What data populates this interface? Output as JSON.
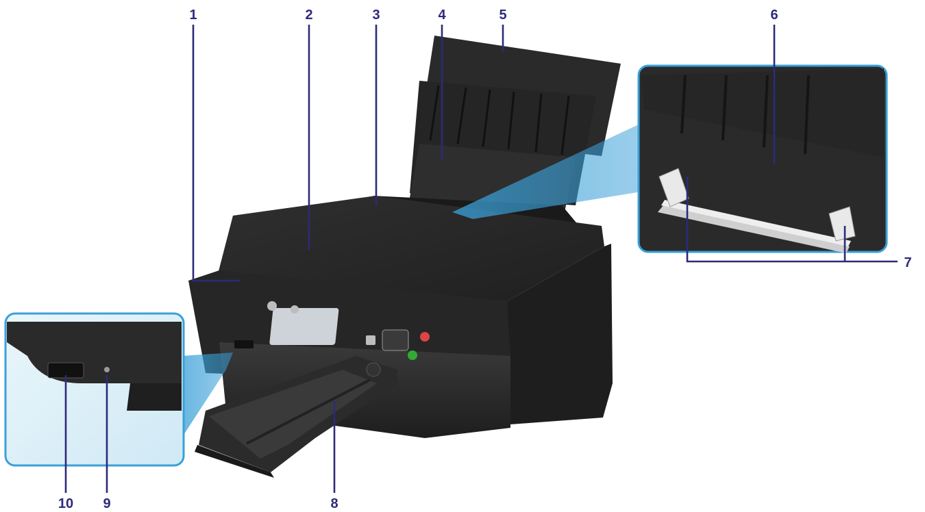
{
  "callouts": [
    {
      "id": "1",
      "label": "1"
    },
    {
      "id": "2",
      "label": "2"
    },
    {
      "id": "3",
      "label": "3"
    },
    {
      "id": "4",
      "label": "4"
    },
    {
      "id": "5",
      "label": "5"
    },
    {
      "id": "6",
      "label": "6"
    },
    {
      "id": "7",
      "label": "7"
    },
    {
      "id": "8",
      "label": "8"
    },
    {
      "id": "9",
      "label": "9"
    },
    {
      "id": "10",
      "label": "10"
    }
  ],
  "colors": {
    "callout": "#2d2a7a",
    "inset_border": "#3aa0d8",
    "inset_bg": "#dff0f8",
    "printer_body": "#2b2b2b",
    "printer_dark": "#1c1c1c",
    "printer_light": "#3d3d3d"
  }
}
